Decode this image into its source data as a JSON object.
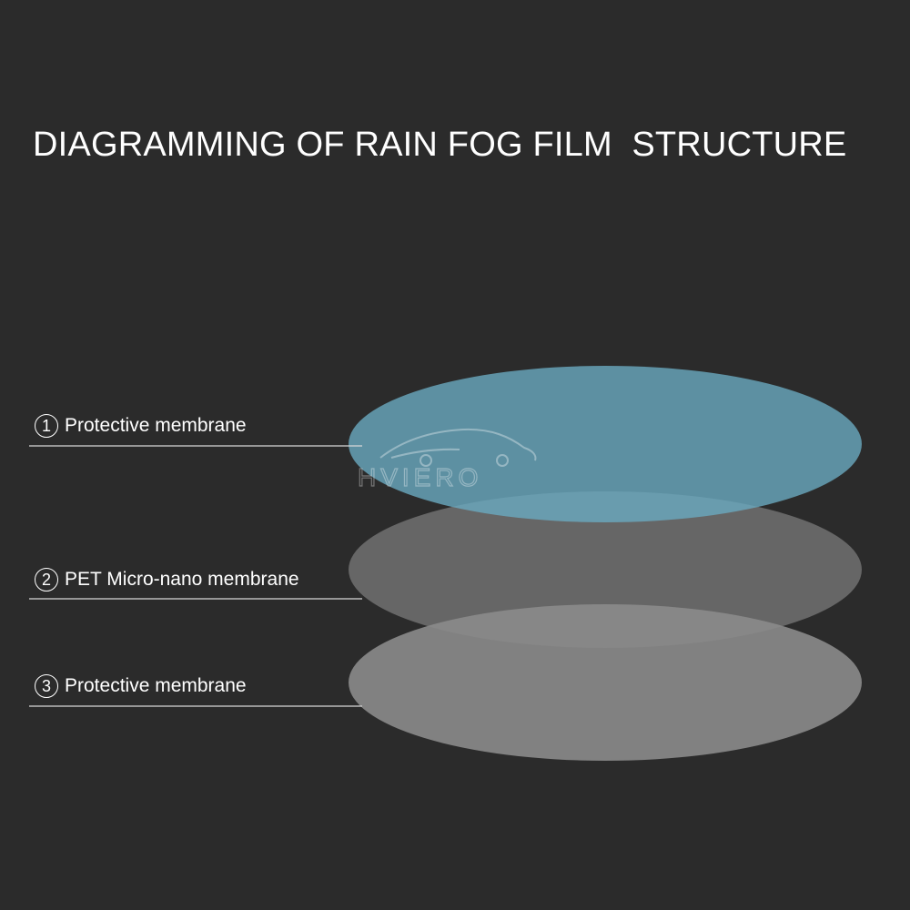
{
  "title": "DIAGRAMMING OF RAIN FOG FILM  STRUCTURE",
  "watermark": "HVIERO",
  "colors": {
    "background": "#2b2b2b",
    "top_layer": "#5f97ab",
    "middle_layer": "#8a8a8a",
    "bottom_layer": "#9a9a9a",
    "text": "#ffffff"
  },
  "layers": [
    {
      "number": "1",
      "label": "Protective membrane"
    },
    {
      "number": "2",
      "label": "PET Micro-nano membrane"
    },
    {
      "number": "3",
      "label": "Protective membrane"
    }
  ]
}
